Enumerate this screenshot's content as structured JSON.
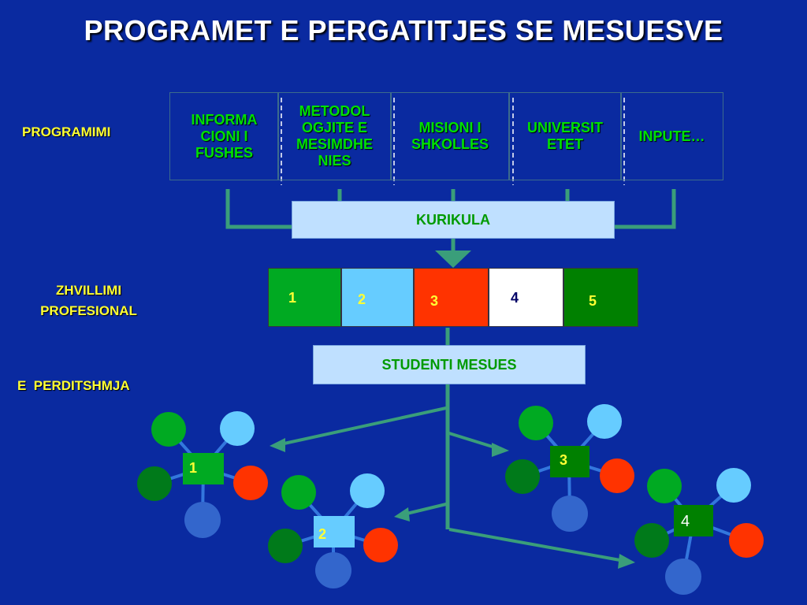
{
  "title": "PROGRAMET E PERGATITJES SE MESUESVE",
  "labels": {
    "programimi": "PROGRAMIMI",
    "zhvillimi": "ZHVILLIMI PROFESIONAL",
    "perditshmja": "E  PERDITSHMJA"
  },
  "programs": [
    "INFORMA CIONI I FUSHES",
    "METODOL OGJITE E MESIMDHE NIES",
    "MISIONI I SHKOLLES",
    "UNIVERSIT ETET",
    "INPUTE…"
  ],
  "kurikula": "KURIKULA",
  "segments": [
    "1",
    "2",
    "3",
    "4",
    "5"
  ],
  "studenti": "STUDENTI MESUES",
  "clusters": [
    "1",
    "2",
    "3",
    "4"
  ],
  "colors": {
    "background": "#0a2aa0",
    "green": "#00aa22",
    "light_blue": "#66ccff",
    "red": "#ff3300",
    "white": "#ffffff",
    "dark_green": "#008000",
    "connector": "#3a9e7a"
  }
}
